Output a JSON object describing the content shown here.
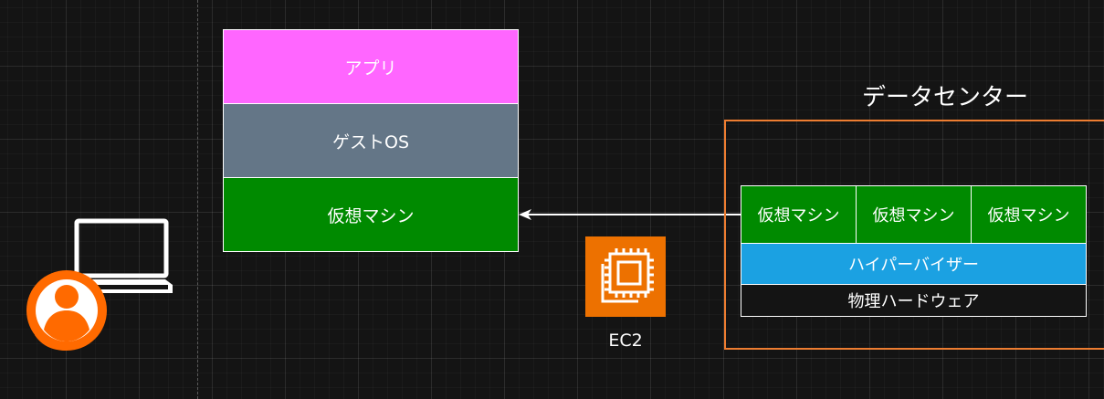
{
  "vm_stack": {
    "app_label": "アプリ",
    "guest_os_label": "ゲストOS",
    "vm_label": "仮想マシン"
  },
  "ec2": {
    "label": "EC2",
    "icon": "ec2-chip-icon",
    "color": "#ed7100"
  },
  "datacenter": {
    "title": "データセンター",
    "border_color": "#ed7d31",
    "vms": [
      "仮想マシン",
      "仮想マシン",
      "仮想マシン"
    ],
    "hypervisor_label": "ハイパーバイザー",
    "hardware_label": "物理ハードウェア"
  },
  "icons": {
    "laptop": "laptop-icon",
    "user": "user-icon"
  },
  "colors": {
    "app": "#ff66ff",
    "guest_os": "#647687",
    "vm": "#008a00",
    "hypervisor": "#1ba1e2",
    "background": "#141414",
    "user_orange": "#ff6a00"
  }
}
